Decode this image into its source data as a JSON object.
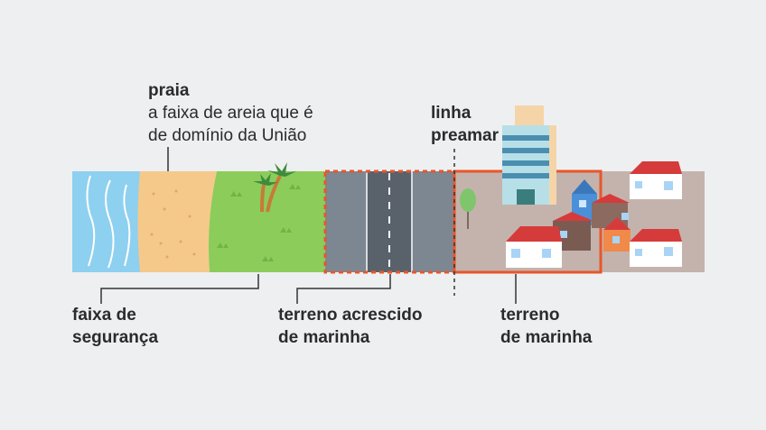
{
  "labels": {
    "beach_title": "praia",
    "beach_desc_line1": "a faixa de areia que é",
    "beach_desc_line2": "de domínio da União",
    "tide_line1": "linha",
    "tide_line2": "preamar",
    "safety_line1": "faixa de",
    "safety_line2": "segurança",
    "accretion_line1": "terreno acrescido",
    "accretion_line2": "de marinha",
    "marine_line1": "terreno",
    "marine_line2": "de marinha"
  },
  "colors": {
    "background": "#eeeff1",
    "sea": "#8ed0f0",
    "sand": "#f5c98a",
    "grass": "#8ccc5a",
    "road": "#7d8792",
    "land": "#c4b3ac",
    "highlight": "#e8562a",
    "text": "#2b2b2b"
  }
}
